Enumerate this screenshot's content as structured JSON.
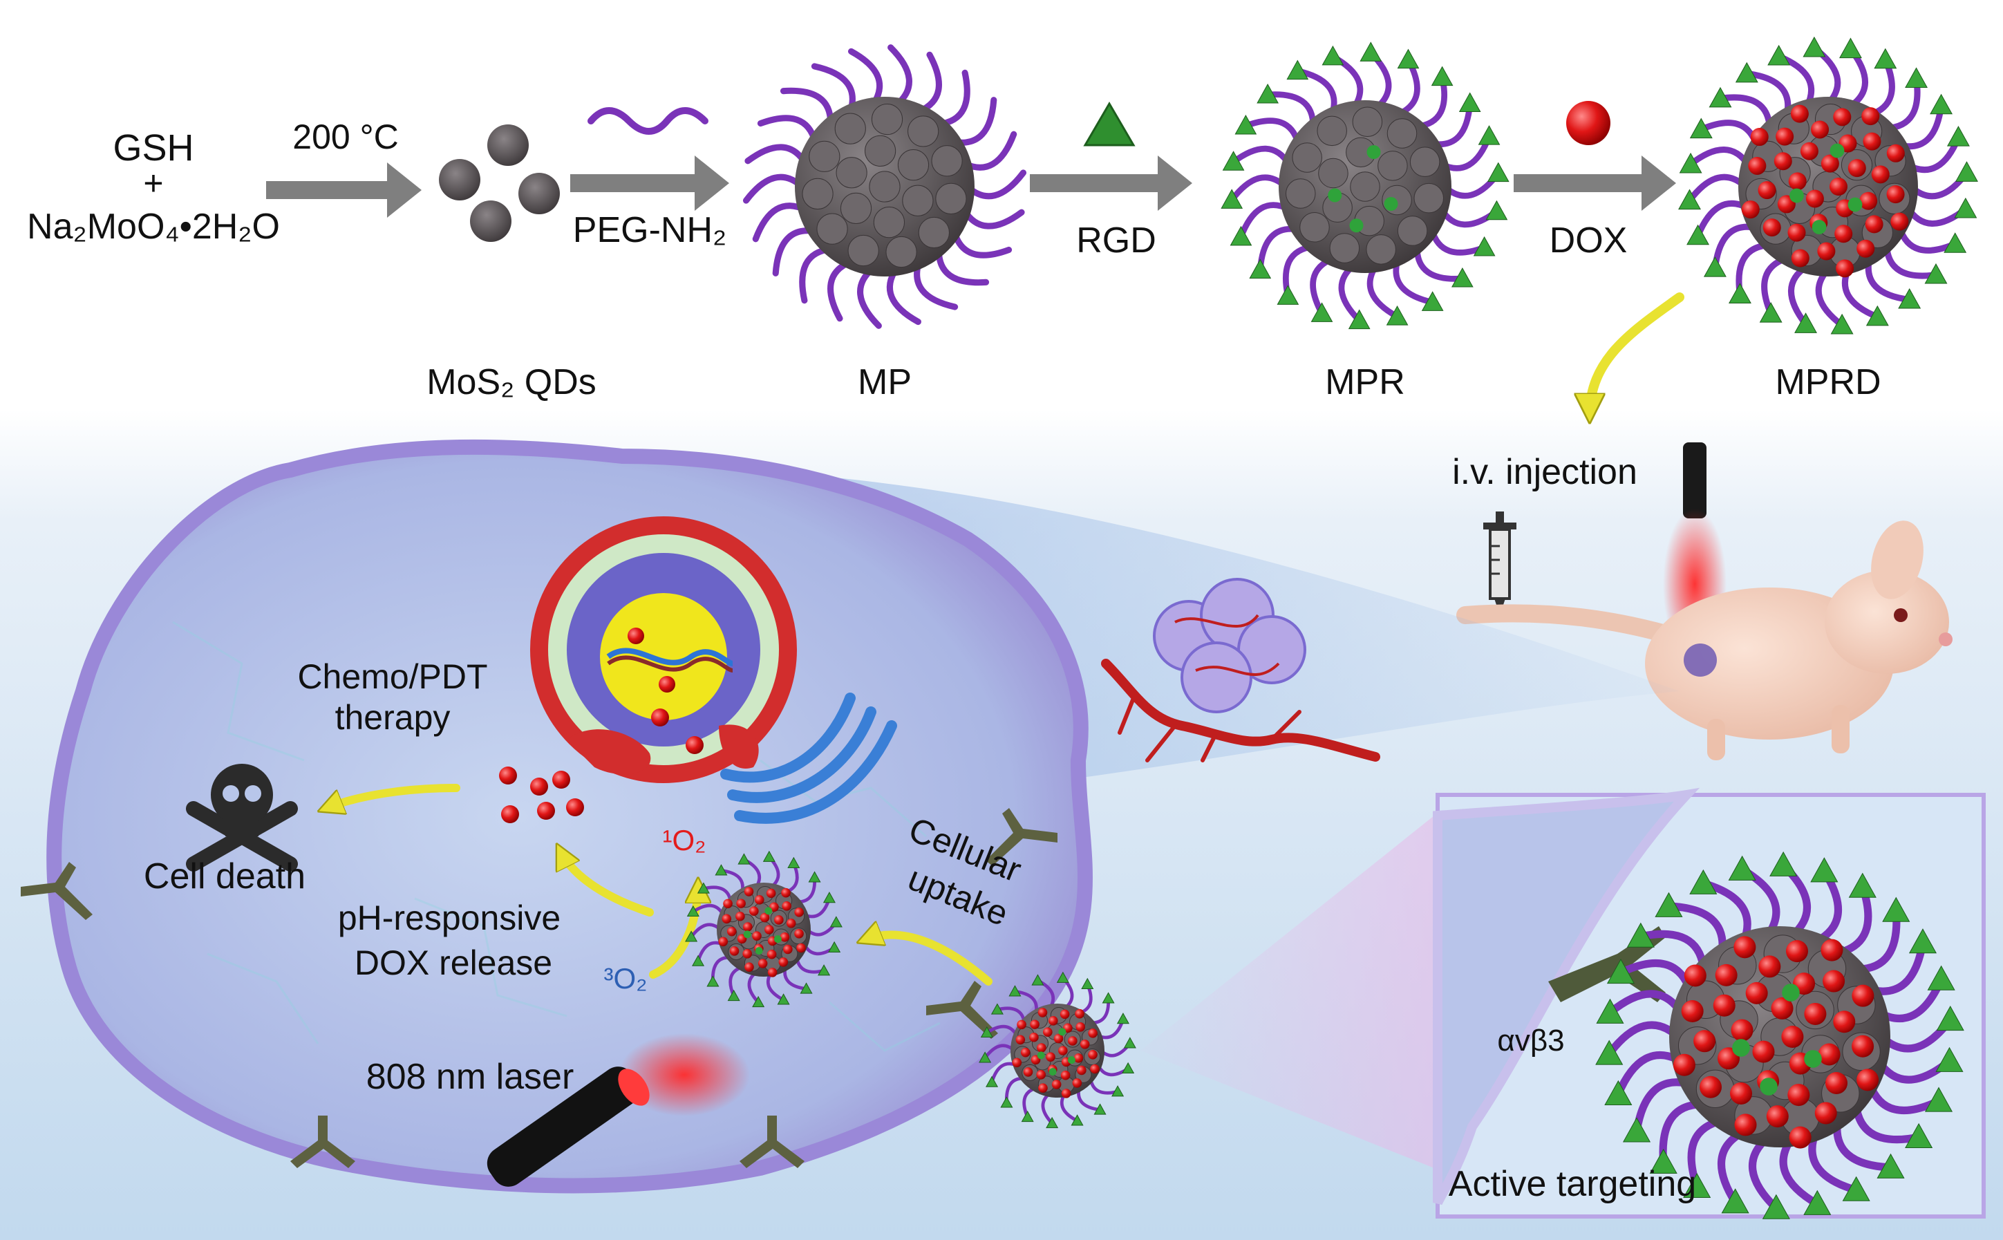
{
  "colors": {
    "background_top": "#ffffff",
    "background_bottom": "#c9dff0",
    "cell_fill": "#b9c6ea",
    "cell_edge": "#8b7cc8",
    "core": "#5b5558",
    "peg": "#7a33b8",
    "rgd": "#3aa73a",
    "dox": "#e01616",
    "arrow": "#7f7f7f",
    "yellow_arrow": "#e8e230",
    "inset_border": "#b9a5e6"
  },
  "synthesis": {
    "reactant_top": "GSH",
    "reactant_plus": "+",
    "reactant_bottom": "Na₂MoO₄•2H₂O",
    "step1_condition": "200 °C",
    "step2_reagent": "PEG-NH₂",
    "step3_reagent": "RGD",
    "step4_reagent": "DOX",
    "labels": {
      "qds": "MoS₂ QDs",
      "mp": "MP",
      "mpr": "MPR",
      "mprd": "MPRD"
    }
  },
  "injection": {
    "label": "i.v. injection"
  },
  "cell": {
    "therapy_line1": "Chemo/PDT",
    "therapy_line2": "therapy",
    "death": "Cell death",
    "release_line1": "pH-responsive",
    "release_line2": "DOX release",
    "singlet_oxygen": "¹O₂",
    "triplet_oxygen": "³O₂",
    "uptake_line1": "Cellular",
    "uptake_line2": "uptake",
    "laser": "808 nm laser"
  },
  "inset": {
    "receptor": "αvβ3",
    "caption": "Active targeting"
  },
  "icons": [
    "skull-icon",
    "syringe-icon",
    "laser-pointer-icon",
    "mouse-illustration",
    "tumor-illustration",
    "nucleus-illustration"
  ]
}
